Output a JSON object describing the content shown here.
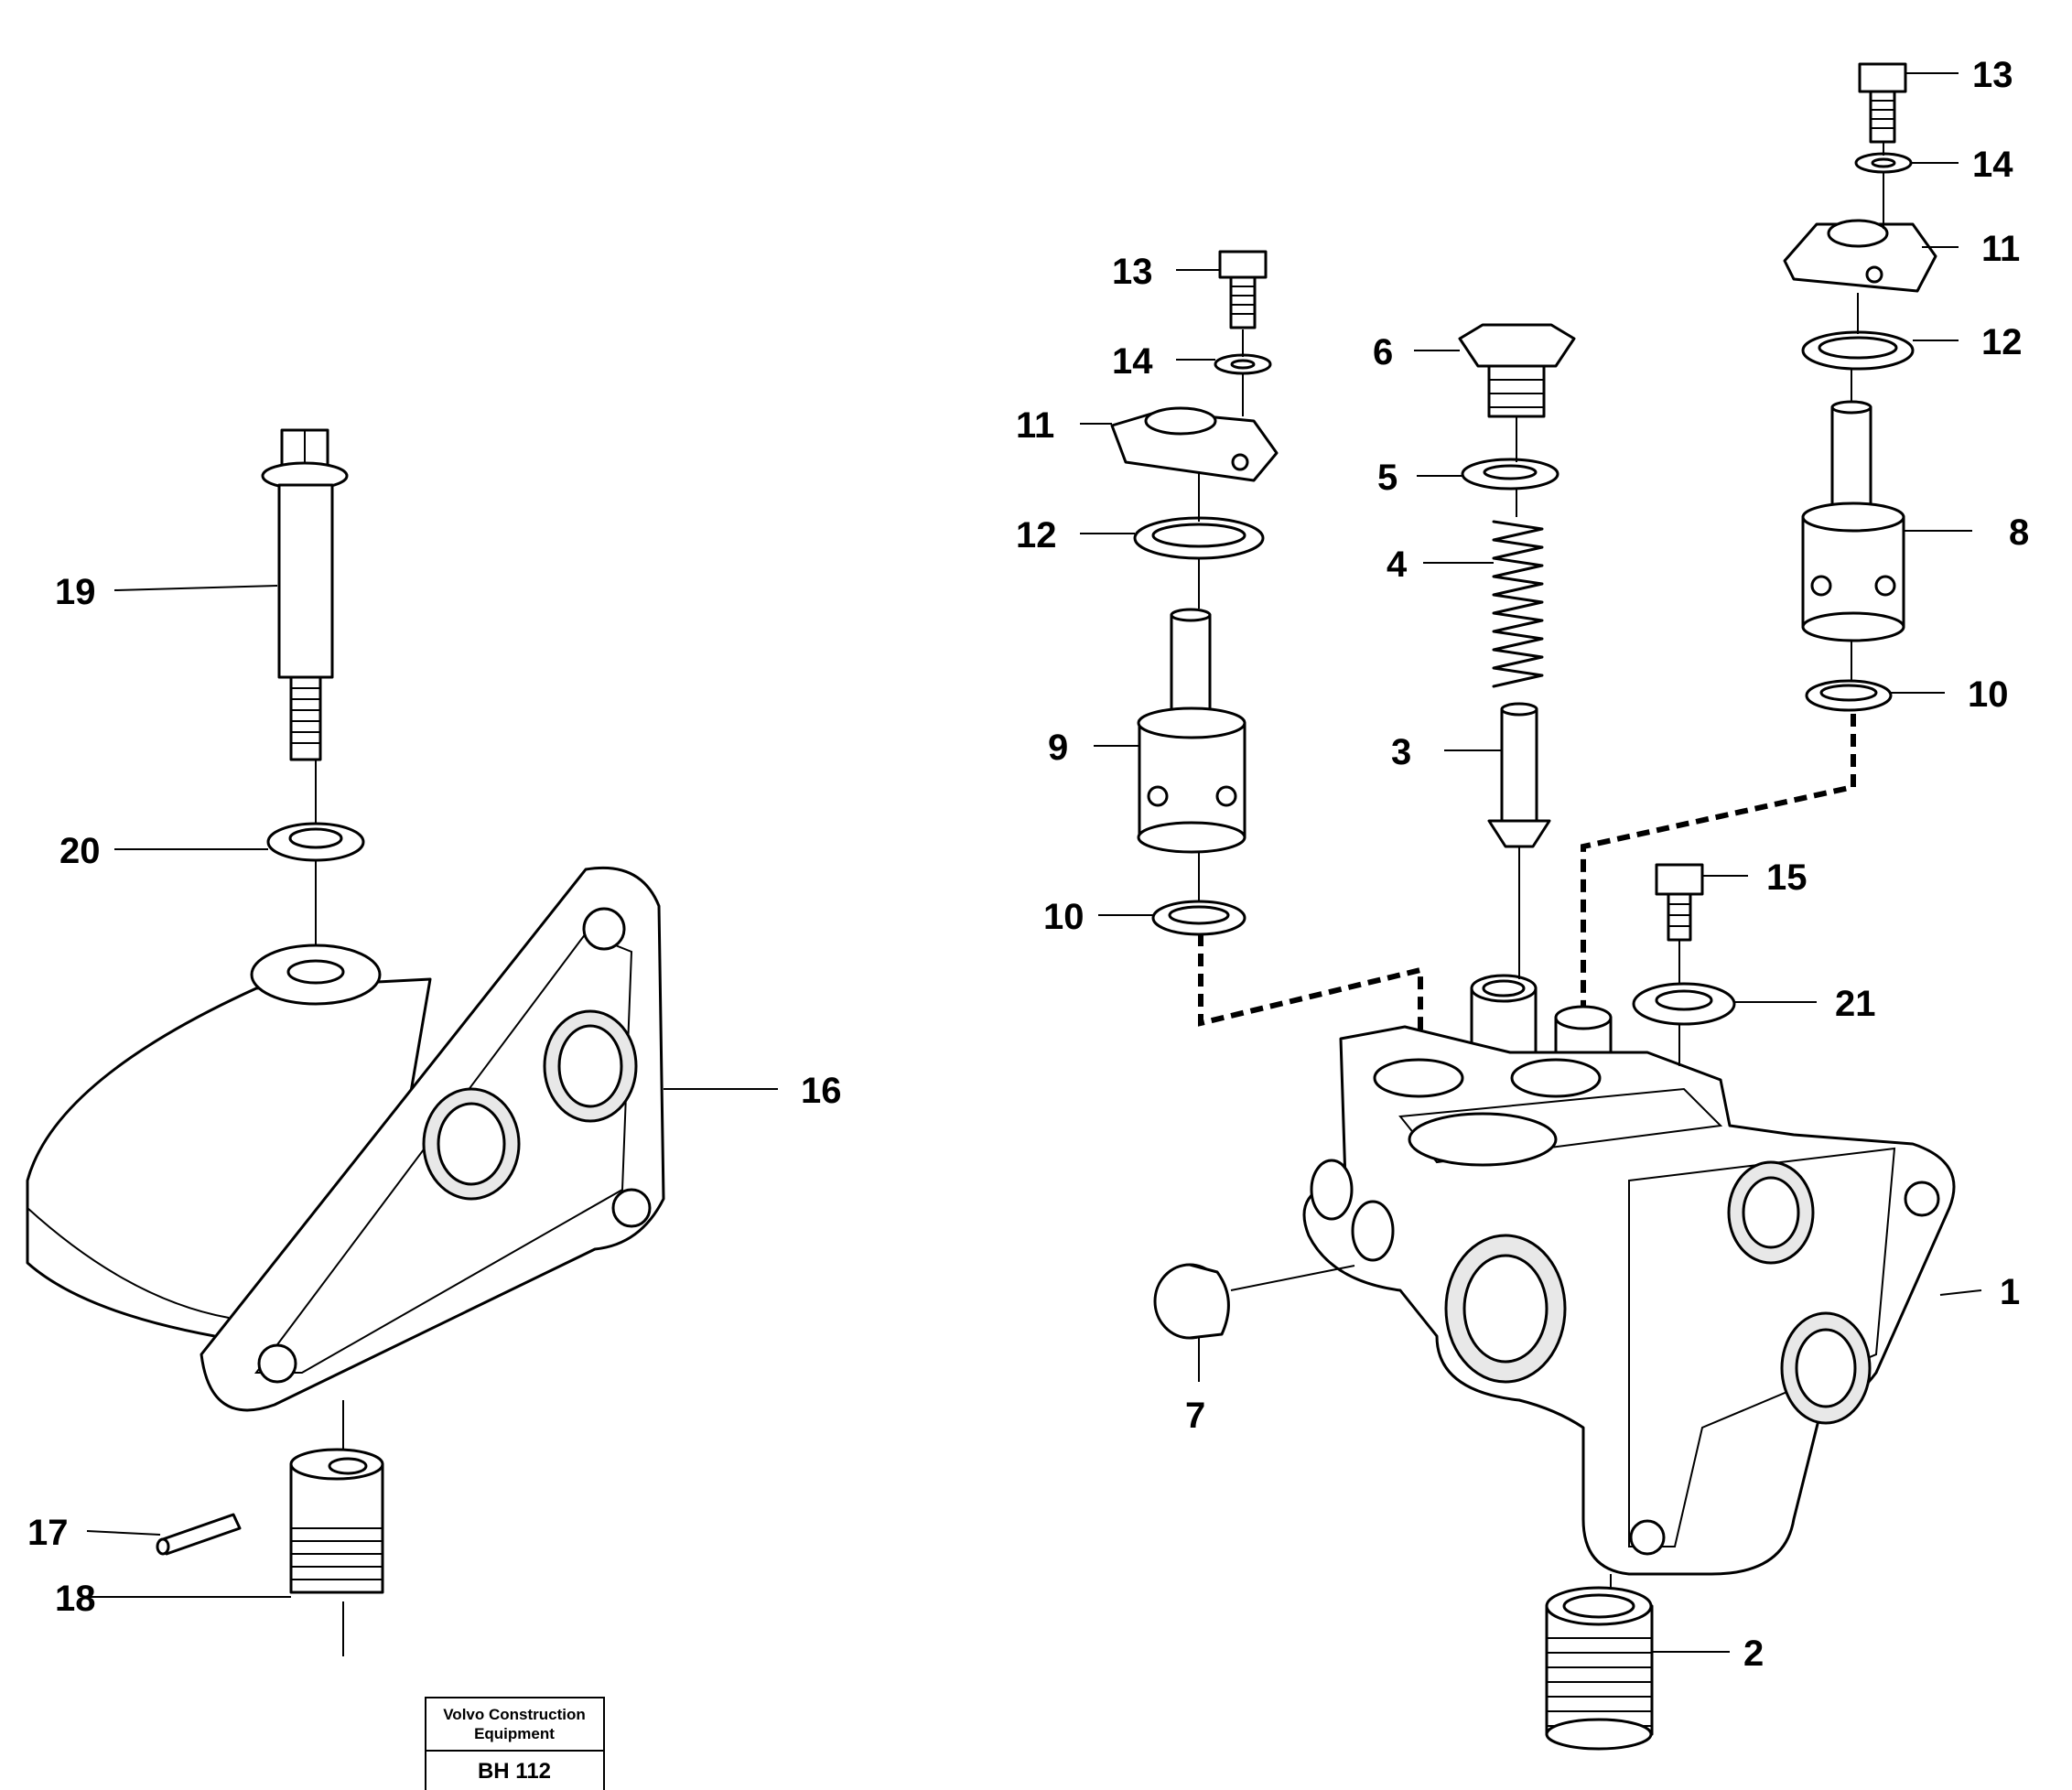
{
  "callouts": {
    "c19": "19",
    "c20": "20",
    "c16": "16",
    "c17": "17",
    "c18": "18",
    "c13a": "13",
    "c14a": "14",
    "c11a": "11",
    "c12a": "12",
    "c9": "9",
    "c10a": "10",
    "c6": "6",
    "c5": "5",
    "c4": "4",
    "c3": "3",
    "c13b": "13",
    "c14b": "14",
    "c11b": "11",
    "c12b": "12",
    "c8": "8",
    "c10b": "10",
    "c15": "15",
    "c21": "21",
    "c1": "1",
    "c7": "7",
    "c2": "2"
  },
  "title_block": {
    "company_line1": "Volvo Construction",
    "company_line2": "Equipment",
    "code": "BH 112"
  }
}
